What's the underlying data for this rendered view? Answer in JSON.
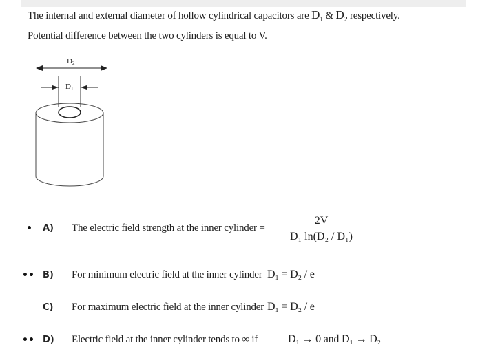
{
  "header": {
    "line1_text": "The internal and external diameter of hollow cylindrical capacitors are ",
    "line1_d1": "D",
    "line1_d1_sub": "1",
    "line1_amp": " & ",
    "line1_d2": "D",
    "line1_d2_sub": "2",
    "line1_tail": " respectively.",
    "line2_text": "Potential difference between the two cylinders is equal to V."
  },
  "diagram": {
    "outer_label": "D",
    "outer_label_sub": "2",
    "inner_label": "D",
    "inner_label_sub": "1"
  },
  "options": [
    {
      "bullet": "•",
      "letter": "A)",
      "text": "The electric field strength at the inner cylinder =",
      "fraction_numerator": "2V",
      "fraction_denominator": "D₁ ln(D₂ / D₁)"
    },
    {
      "bullet": "••",
      "letter": "B)",
      "text": "For minimum electric field at the inner cylinder",
      "math": "D₁ = D₂ / e"
    },
    {
      "bullet": "",
      "letter": "C)",
      "text": "For maximum electric field at the inner cylinder",
      "math": "D₁ = D₂ / e"
    },
    {
      "bullet": "••",
      "letter": "D)",
      "text": "Electric field at the inner cylinder tends to ∞ if",
      "math": "D₁ → 0 and D₁ → D₂"
    }
  ]
}
